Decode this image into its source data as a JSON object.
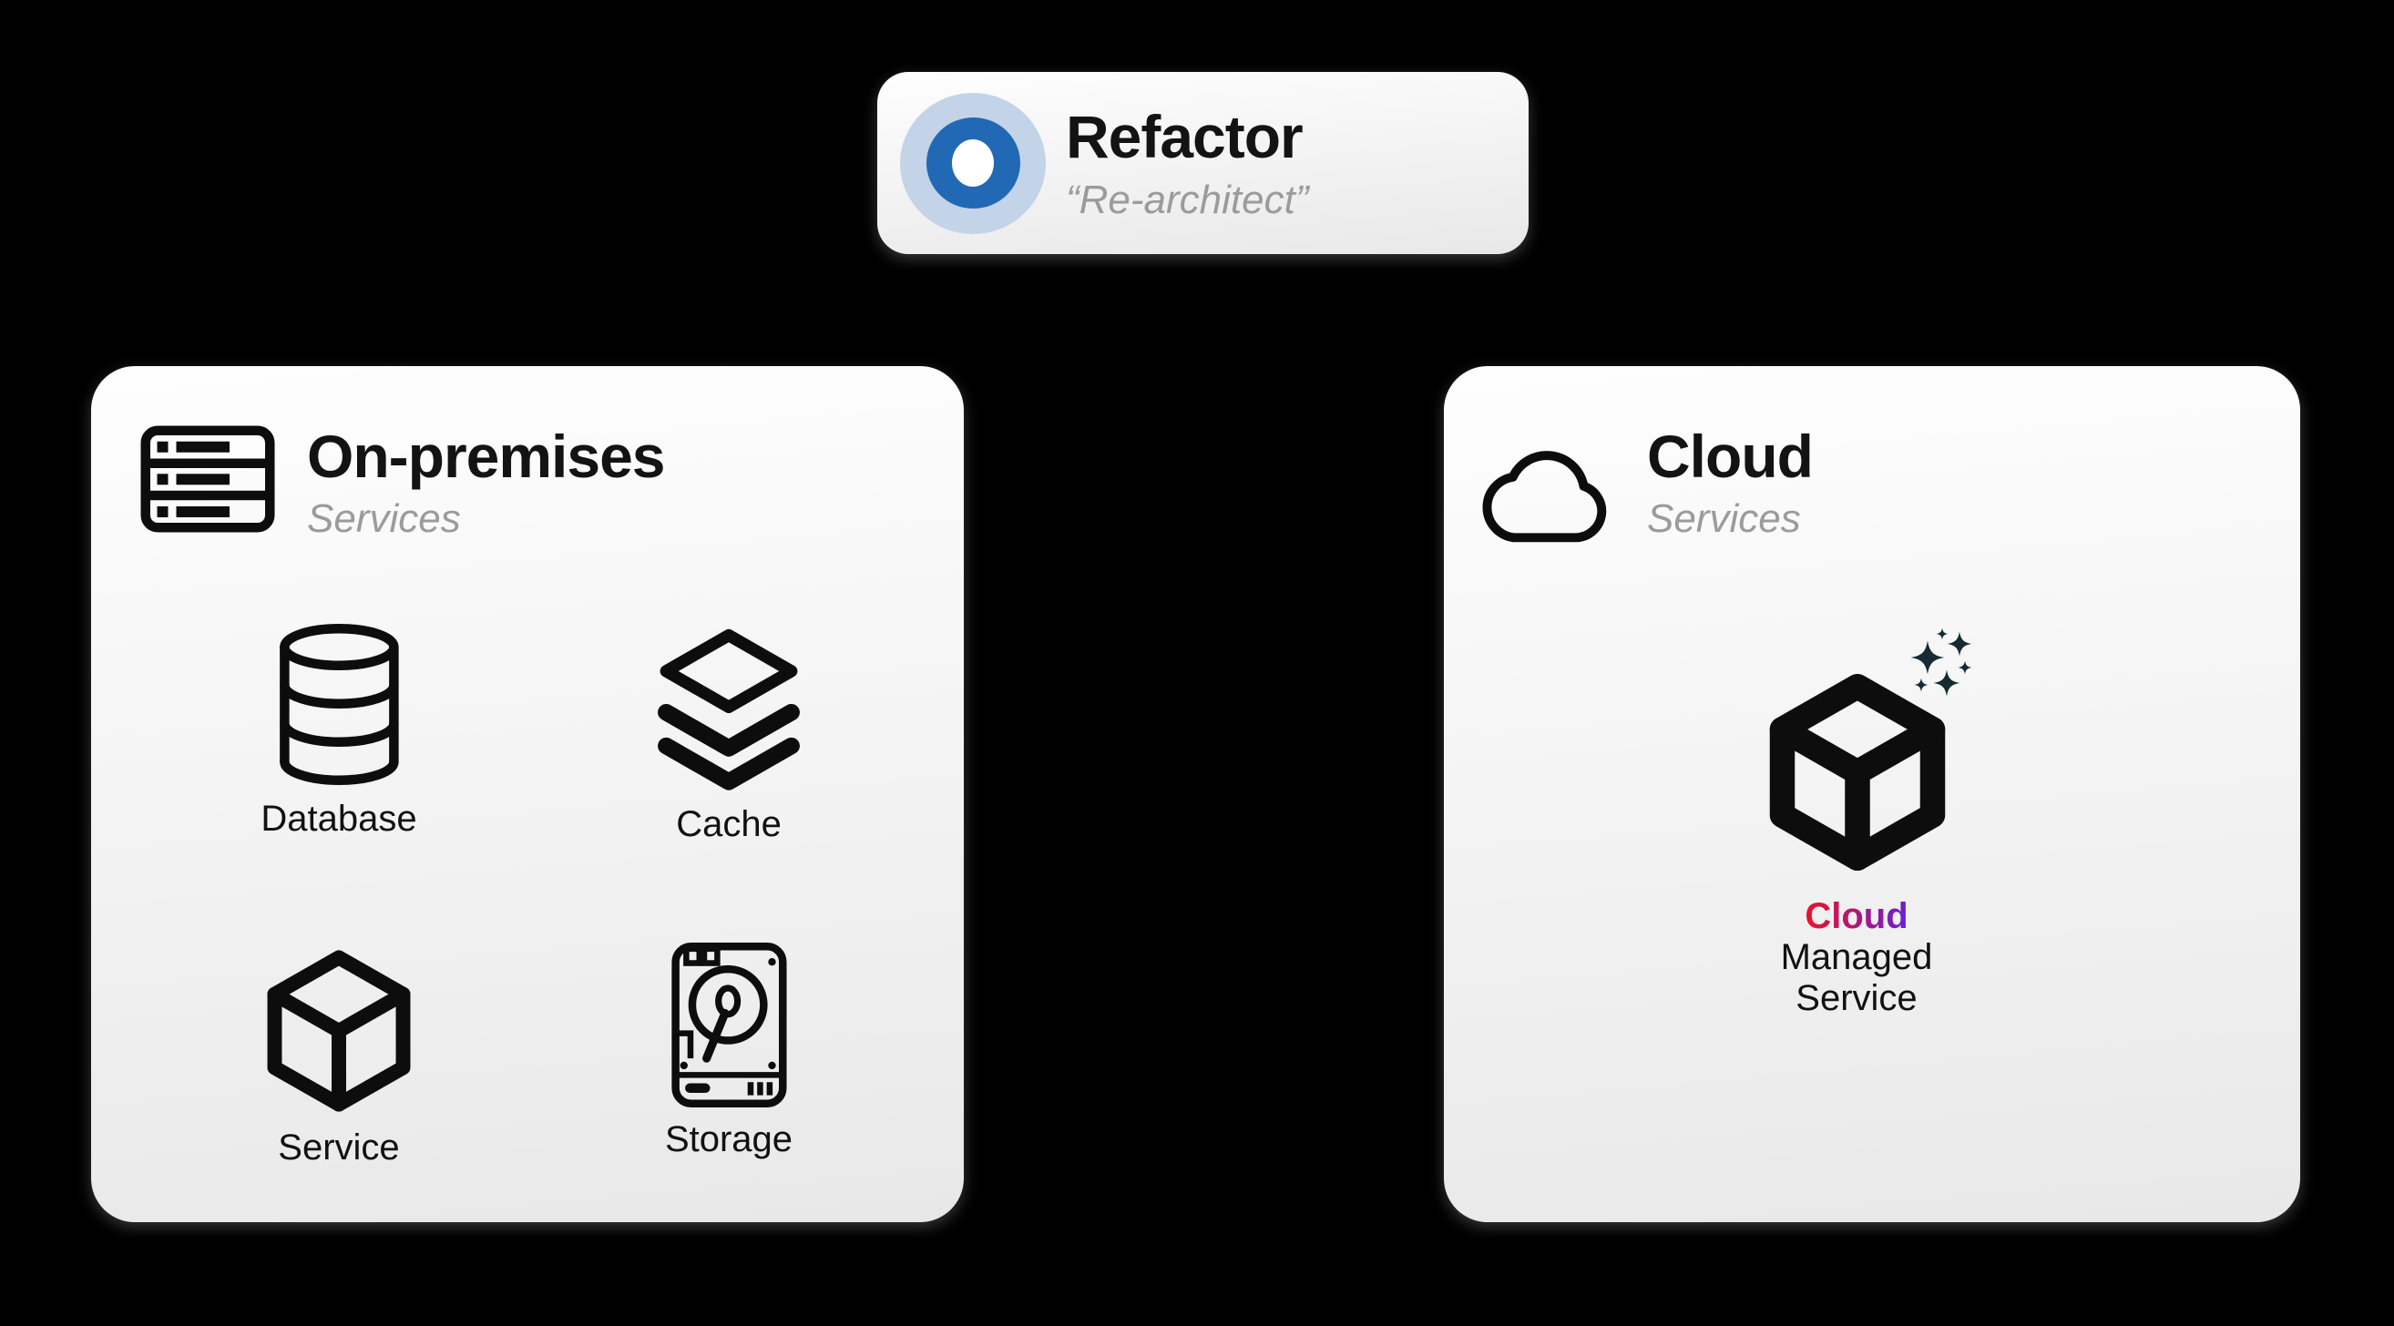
{
  "canvas": {
    "background": "#000000"
  },
  "refactor_card": {
    "title": "Refactor",
    "subtitle": "“Re-architect”",
    "icon": "target-icon",
    "icon_colors": {
      "outer_ring": "#c3d3e8",
      "middle_ring": "#2169b5",
      "center": "#ffffff"
    }
  },
  "on_premises_card": {
    "title": "On-premises",
    "subtitle": "Services",
    "icon": "server-rack-icon",
    "services": [
      {
        "label": "Database",
        "icon": "database-icon"
      },
      {
        "label": "Cache",
        "icon": "cache-layers-icon"
      },
      {
        "label": "Service",
        "icon": "cube-icon"
      },
      {
        "label": "Storage",
        "icon": "hard-drive-icon"
      }
    ]
  },
  "cloud_card": {
    "title": "Cloud",
    "subtitle": "Services",
    "icon": "cloud-icon",
    "managed_service": {
      "icon": "cube-sparkles-icon",
      "label_lines": [
        "Cloud",
        "Managed",
        "Service"
      ],
      "highlight_word": "Cloud",
      "highlight_gradient": {
        "from": "#ee1124",
        "to": "#6a1fd6"
      },
      "sparkle_color": "#152a31"
    }
  },
  "text_colors": {
    "title": "#131313",
    "subtitle": "#9b9b9b",
    "label": "#111111"
  }
}
